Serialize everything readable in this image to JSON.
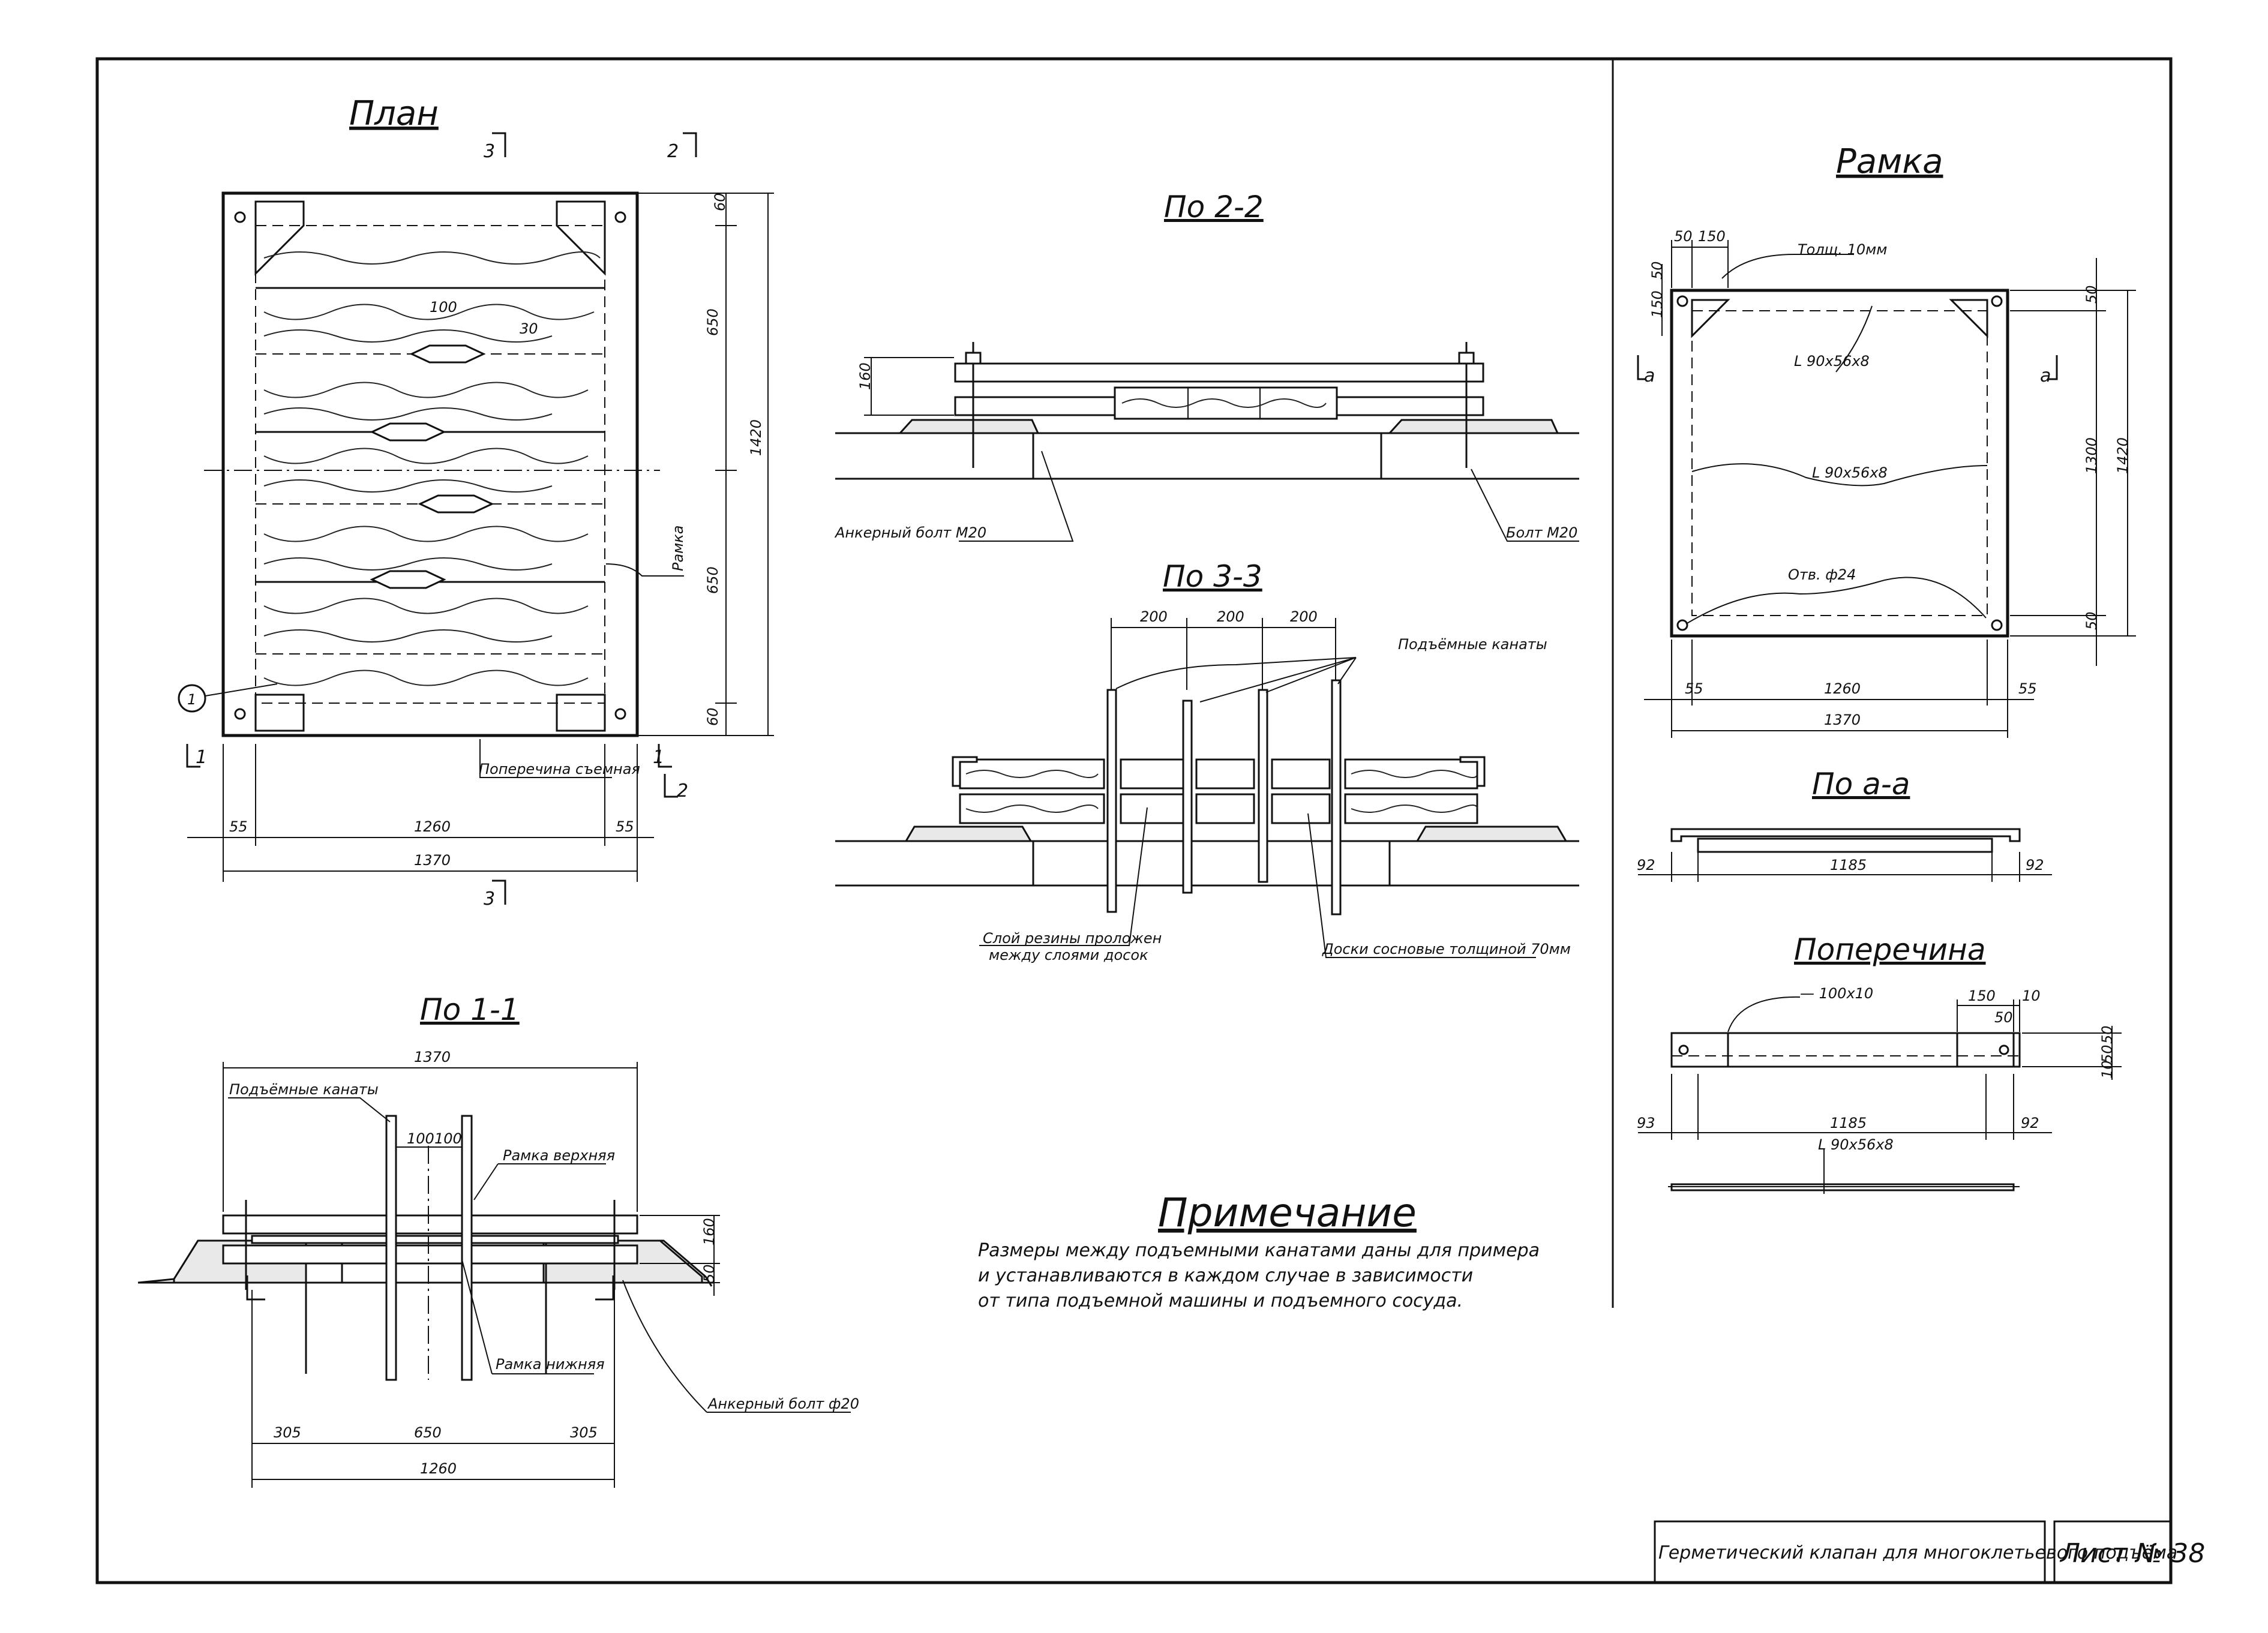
{
  "plan": {
    "title": "План",
    "label_frame": "Рамка",
    "label_crossbar": "Поперечина съемная",
    "callout": "1",
    "cut_marks": [
      "3",
      "2",
      "1",
      "1",
      "2",
      "3"
    ],
    "dims": {
      "v60_top": "60",
      "v650_a": "650",
      "v650_b": "650",
      "v60_bot": "60",
      "v1420": "1420",
      "h55_l": "55",
      "h1260": "1260",
      "h55_r": "55",
      "h1370": "1370",
      "d100": "100",
      "d30": "30"
    }
  },
  "sec22": {
    "title": "По 2-2",
    "dim160": "160",
    "label_anchor": "Анкерный болт М20",
    "label_bolt": "Болт М20"
  },
  "sec33": {
    "title": "По 3-3",
    "d200_a": "200",
    "d200_b": "200",
    "d200_c": "200",
    "label_ropes": "Подъёмные канаты",
    "label_rubber_1": "Слой резины проложен",
    "label_rubber_2": "между слоями досок",
    "label_boards": "Доски сосновые толщиной 70мм"
  },
  "sec11": {
    "title": "По 1-1",
    "d1370": "1370",
    "label_ropes": "Подъёмные канаты",
    "d100_a": "100",
    "d100_b": "100",
    "label_upper": "Рамка верхняя",
    "label_lower": "Рамка нижняя",
    "label_anchor": "Анкерный болт ф20",
    "d160": "160",
    "d50": "50",
    "d305_l": "305",
    "d650": "650",
    "d305_r": "305",
    "d1260": "1260"
  },
  "note": {
    "title": "Примечание",
    "line1": "Размеры между подъемными канатами даны для примера",
    "line2": "и устанавливаются в каждом случае в зависимости",
    "line3": "от типа подъемной машины и подъемного сосуда."
  },
  "frame": {
    "title": "Рамка",
    "thickness": "Толщ. 10мм",
    "angle_a": "L 90х56х8",
    "angle_b": "L 90х56х8",
    "hole": "Отв. ф24",
    "cut_a_left": "а",
    "cut_a_right": "а",
    "d50_l": "50",
    "d150": "150",
    "d50_v": "50",
    "d150_v": "150",
    "d50_tr": "50",
    "d1300": "1300",
    "d1420": "1420",
    "d50_br": "50",
    "d55_l": "55",
    "d1260": "1260",
    "d55_r": "55",
    "d1370": "1370"
  },
  "secaa": {
    "title": "По а-а",
    "d92_l": "92",
    "d1185": "1185",
    "d92_r": "92"
  },
  "crossbar": {
    "title": "Поперечина",
    "plate": "— 100х10",
    "d150": "150",
    "d10": "10",
    "d50": "50",
    "d50_v1": "50",
    "d50_v2": "50",
    "d10_v": "10",
    "d93": "93",
    "d1185": "1185",
    "d92": "92",
    "angle": "L 90х56х8"
  },
  "stamp": {
    "title": "Герметический клапан для многоклетьевого подъёма",
    "sheet": "Лист № 38"
  }
}
